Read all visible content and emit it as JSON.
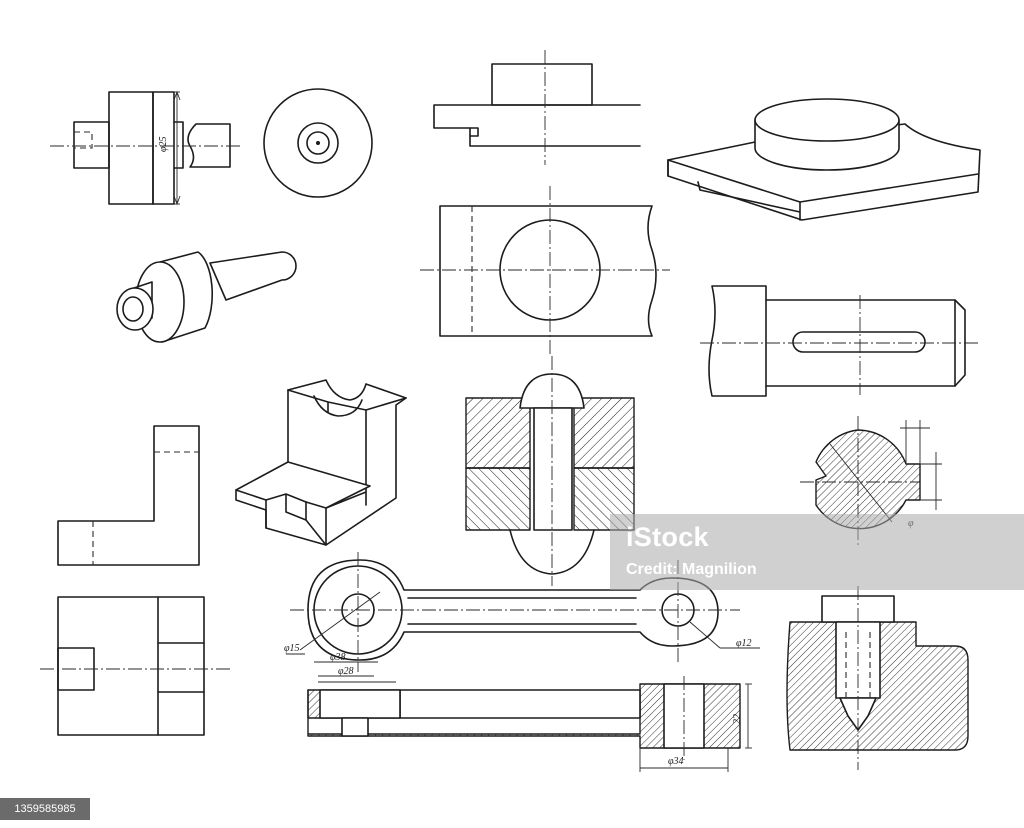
{
  "dimensions": {
    "d1": "φ25",
    "d2": "φ15",
    "d3": "φ38",
    "d4": "φ28",
    "d5": "φ12",
    "d6": "φ34",
    "d7": "22",
    "d8": "φ"
  },
  "watermark": {
    "name": "iStock",
    "credit": "Credit: Magnilion"
  },
  "image_id": "1359585985",
  "colors": {
    "line": "#1c1c1c",
    "background": "#ffffff",
    "watermark_band": "#aaaaaa"
  }
}
